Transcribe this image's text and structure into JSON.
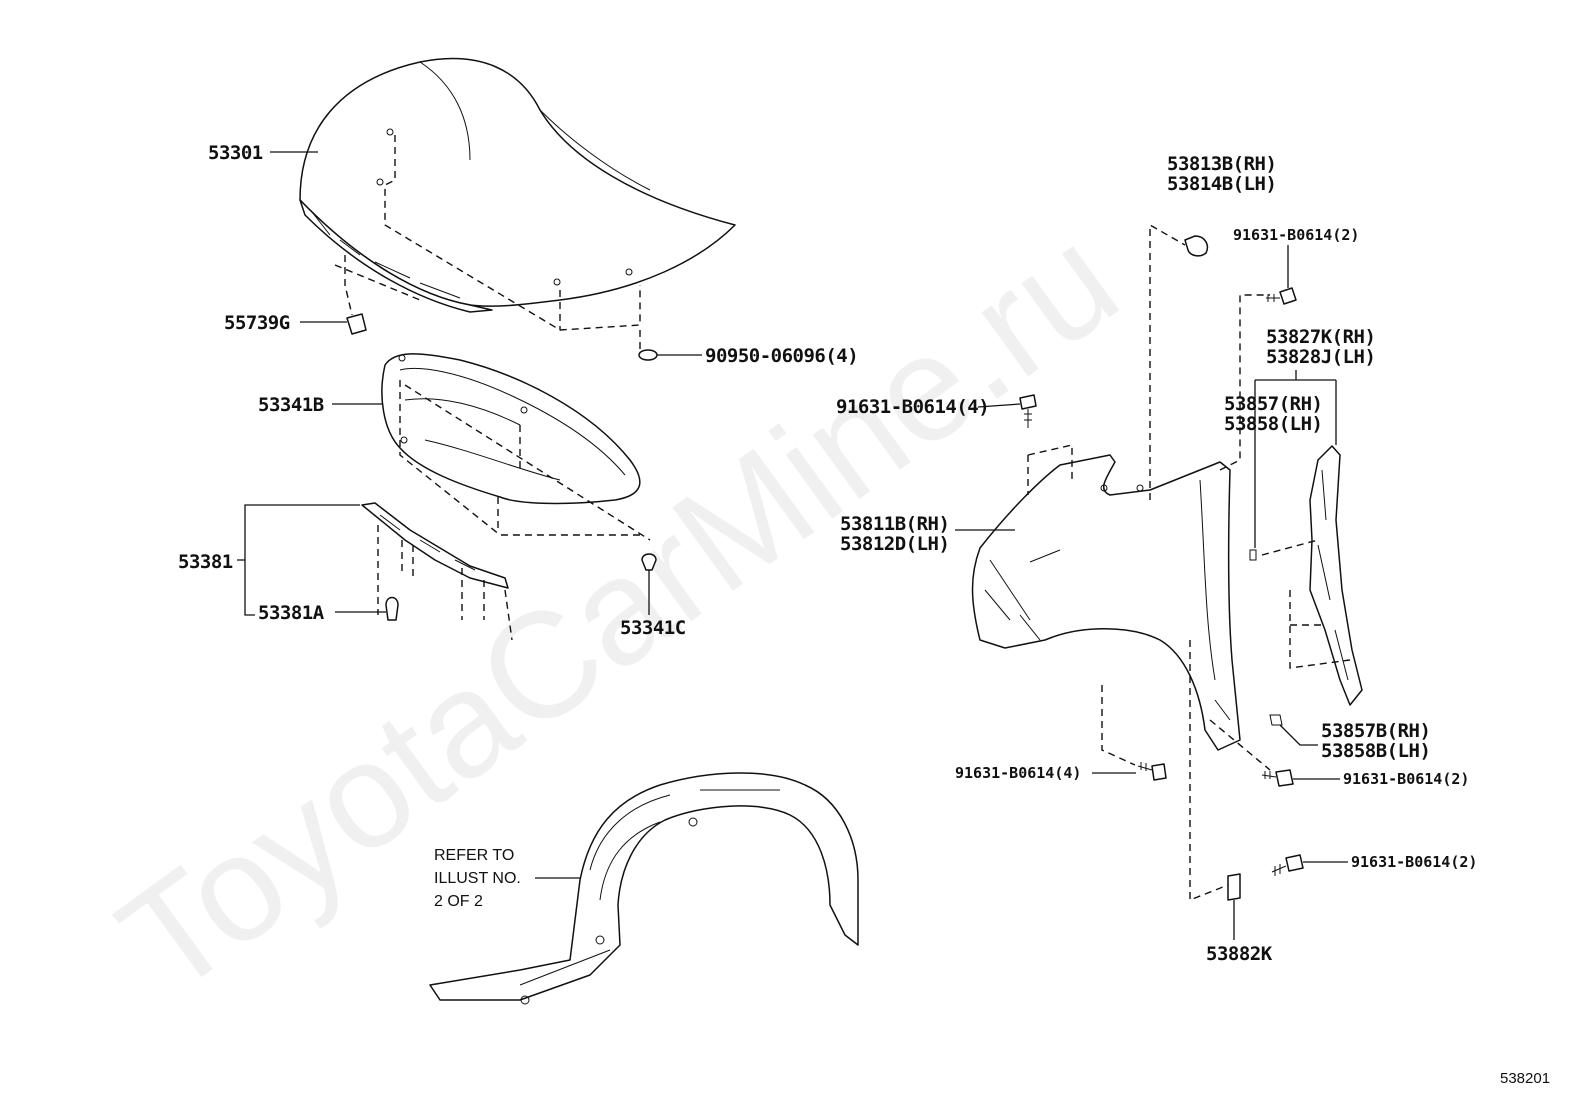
{
  "watermark": "ToyotaCarMine.ru",
  "figure_number": "538201",
  "note": {
    "line1": "REFER TO",
    "line2": "ILLUST NO.",
    "line3": "2 OF 2"
  },
  "labels": {
    "hood": "53301",
    "hood_cushion": "55739G",
    "hood_insulator": "53341B",
    "hood_seal": "53381",
    "hood_seal_clip": "53381A",
    "insulator_clip": "53341C",
    "plug": "90950-06096(4)",
    "cover_rh": "53813B(RH)",
    "cover_lh": "53814B(LH)",
    "bolt_top": "91631-B0614(2)",
    "bolt_upper_left": "91631-B0614(4)",
    "fender_rh": "53811B(RH)",
    "fender_lh": "53812D(LH)",
    "seal_rh": "53827K(RH)",
    "seal_lh": "53828J(LH)",
    "protector_rh": "53857(RH)",
    "protector_lh": "53858(LH)",
    "protector_b_rh": "53857B(RH)",
    "protector_b_lh": "53858B(LH)",
    "bolt_lower_left": "91631-B0614(4)",
    "bolt_lower_mid": "91631-B0614(2)",
    "bolt_bottom": "91631-B0614(2)",
    "bracket": "53882K"
  }
}
